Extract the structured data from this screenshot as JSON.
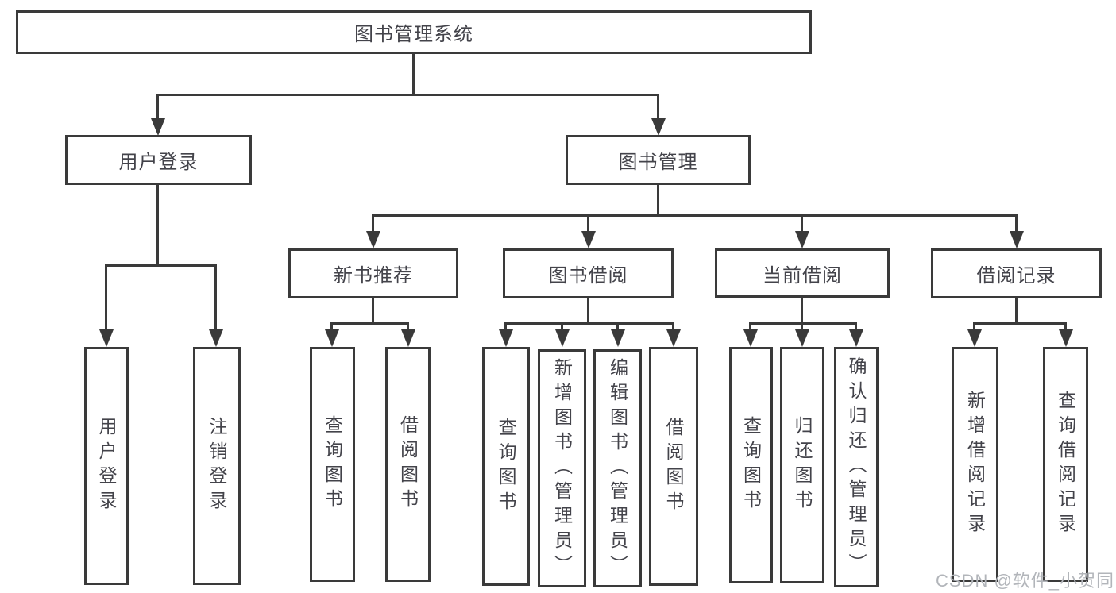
{
  "tree": {
    "root": {
      "label": "图书管理系统"
    },
    "branches": [
      {
        "label": "用户登录",
        "children": [
          {
            "label": "用户登录"
          },
          {
            "label": "注销登录"
          }
        ]
      },
      {
        "label": "图书管理",
        "children": [
          {
            "label": "新书推荐",
            "children": [
              {
                "label": "查询图书"
              },
              {
                "label": "借阅图书"
              }
            ]
          },
          {
            "label": "图书借阅",
            "children": [
              {
                "label": "查询图书"
              },
              {
                "label": "新增图书（管理员）"
              },
              {
                "label": "编辑图书（管理员）"
              },
              {
                "label": "借阅图书"
              }
            ]
          },
          {
            "label": "当前借阅",
            "children": [
              {
                "label": "查询图书"
              },
              {
                "label": "归还图书"
              },
              {
                "label": "确认归还（管理员）"
              }
            ]
          },
          {
            "label": "借阅记录",
            "children": [
              {
                "label": "新增借阅记录"
              },
              {
                "label": "查询借阅记录"
              }
            ]
          }
        ]
      }
    ]
  },
  "watermark": {
    "text": "CSDN @软件_小贺同学"
  },
  "colors": {
    "line": "#3a3a3a",
    "text": "#43434a",
    "bg": "#ffffff",
    "watermark": "#b2b5ba"
  }
}
